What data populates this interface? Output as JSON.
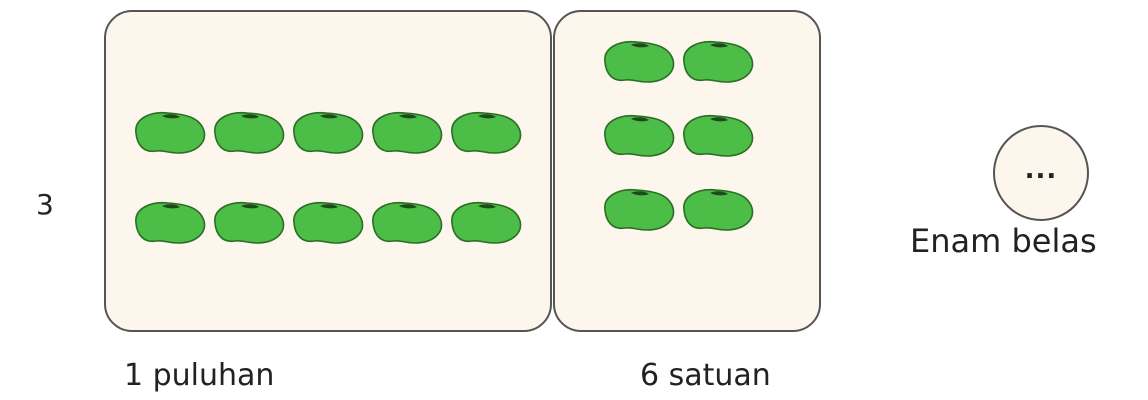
{
  "problem": {
    "number": "3",
    "tens": {
      "label": "1 puluhan",
      "count": 10
    },
    "ones": {
      "label": "6 satuan",
      "count": 6
    },
    "answer_blank": "...",
    "number_word": "Enam belas"
  },
  "colors": {
    "bean_fill": "#4cbd46",
    "bean_outline": "#2c6e27",
    "bean_eye": "#1f4a1c",
    "box_fill": "#fcf6ec",
    "box_border": "#555555"
  }
}
